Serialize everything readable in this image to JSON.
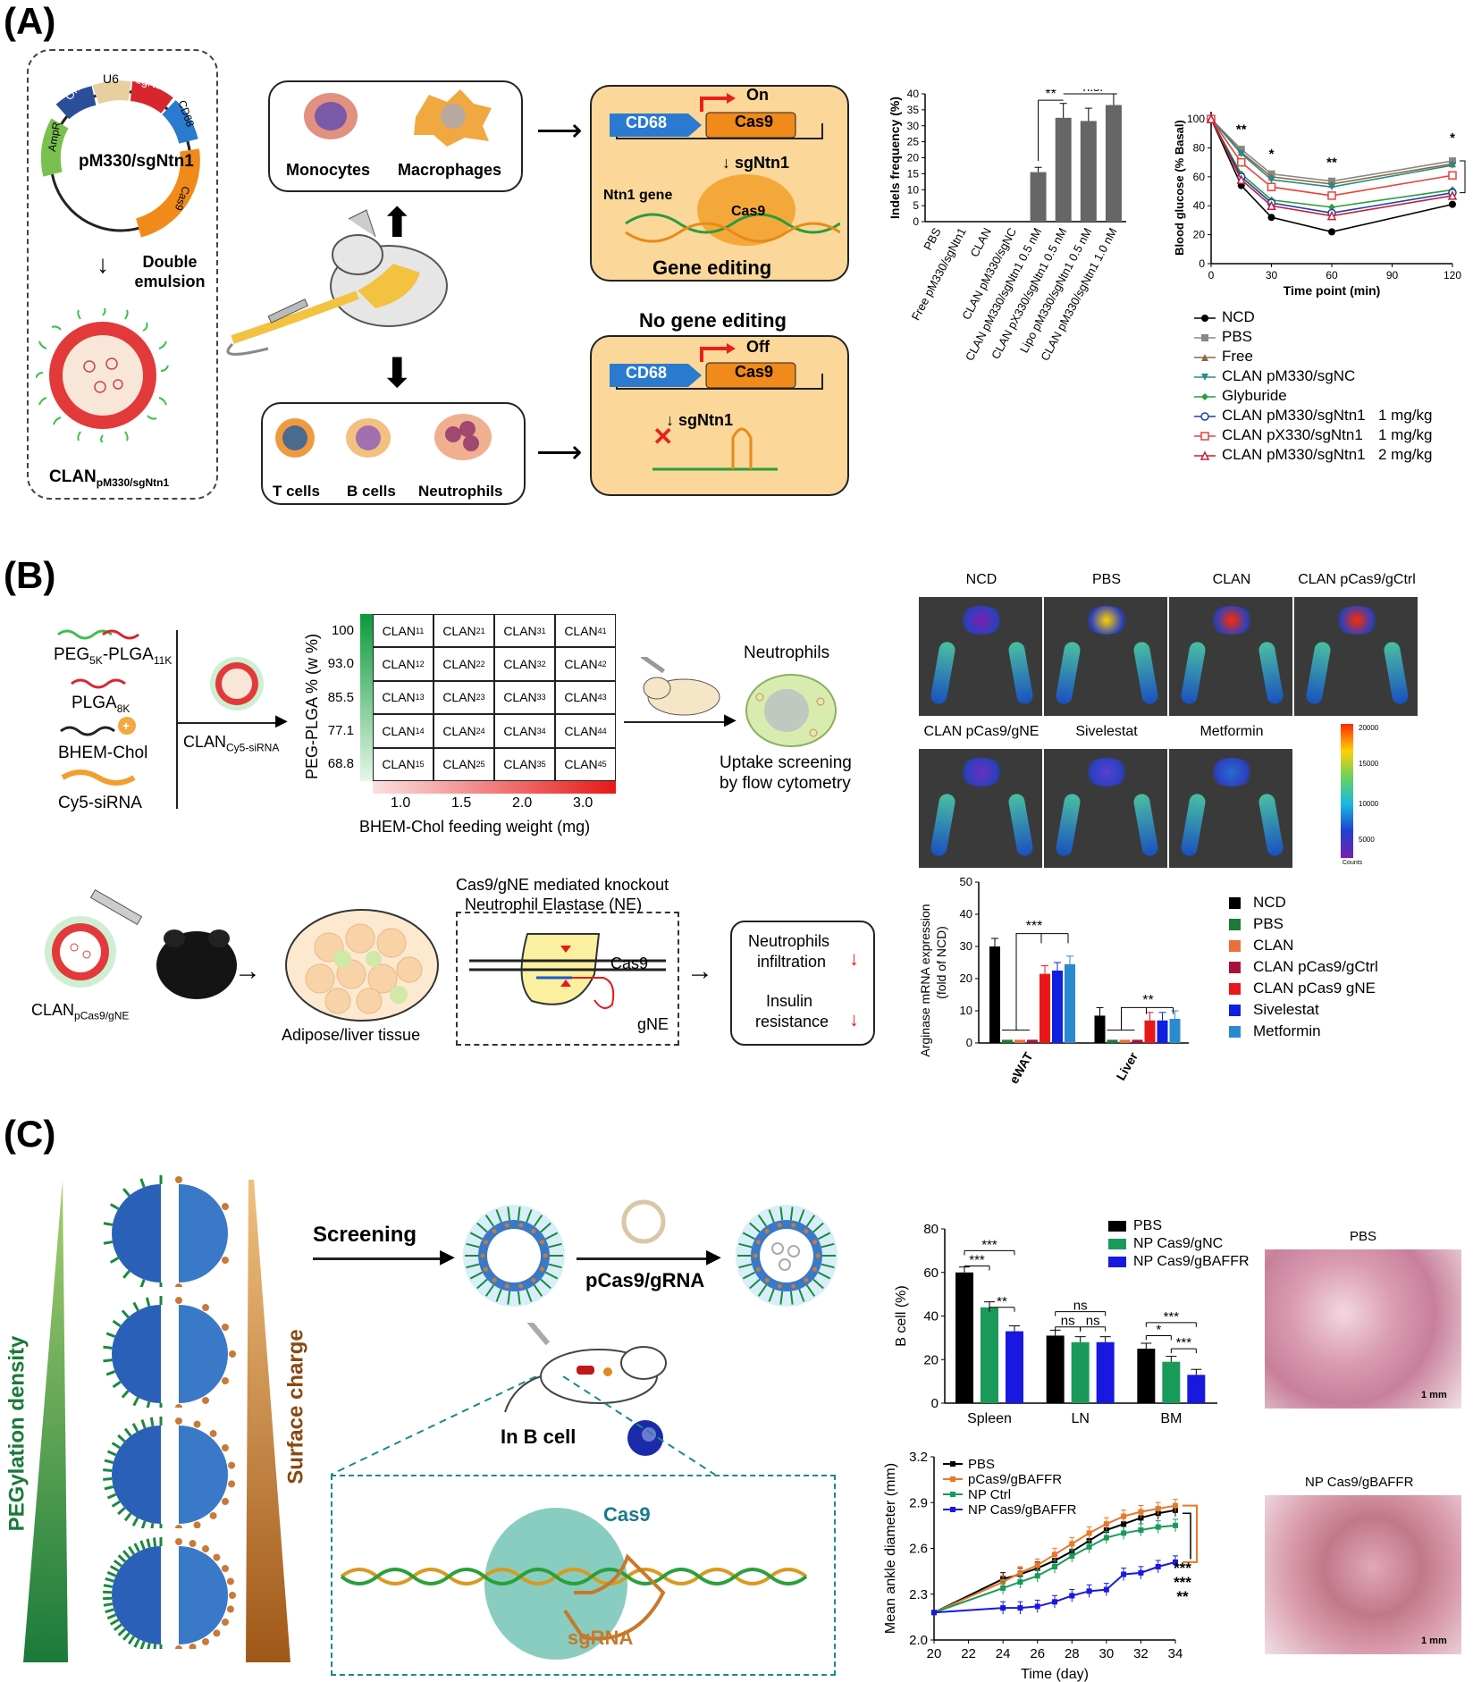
{
  "panels": {
    "A": {
      "label": "(A)",
      "plasmid": {
        "name": "pM330/sgNtn1",
        "segments": [
          "Ori",
          "U6",
          "sgNtn1",
          "CD68",
          "Cas9",
          "AmpR"
        ]
      },
      "step": "Double emulsion",
      "np_label": "CLAN",
      "np_sub": "pM330/sgNtn1",
      "top_cells": [
        "Monocytes",
        "Macrophages"
      ],
      "bottom_cells": [
        "T cells",
        "B cells",
        "Neutrophils"
      ],
      "on_box": {
        "promoter": "CD68",
        "gene": "Cas9",
        "state": "On",
        "guide": "sgNtn1",
        "target": "Ntn1 gene",
        "title": "Gene editing"
      },
      "off_box": {
        "promoter": "CD68",
        "gene": "Cas9",
        "state": "Off",
        "guide": "sgNtn1",
        "title": "No gene editing"
      }
    },
    "B": {
      "label": "(B)",
      "components": [
        "PEG",
        "PLGA",
        "BHEM-Chol",
        "Cy5-siRNA"
      ],
      "peg_sub": [
        "5K",
        "11K"
      ],
      "plga_sub": "8K",
      "np_label": "CLAN",
      "np_sub": "Cy5-siRNA",
      "grid_row_labels": [
        "100",
        "93.0",
        "85.5",
        "77.1",
        "68.8"
      ],
      "grid_col_labels": [
        "1.0",
        "1.5",
        "2.0",
        "3.0"
      ],
      "grid_ylabel": "PEG-PLGA % (w %)",
      "grid_xlabel": "BHEM-Chol feeding weight (mg)",
      "neutrophils": "Neutrophils",
      "uptake": [
        "Uptake screening",
        "by flow cytometry"
      ],
      "np2_label": "CLAN",
      "np2_sub": "pCas9/gNE",
      "tissue": "Adipose/liver tissue",
      "knockout_title": [
        "Cas9/gNE mediated knockout",
        "Neutrophil Elastase (NE)"
      ],
      "cas9": "Cas9",
      "gne": "gNE",
      "outcomes": [
        "Neutrophils",
        "infiltration",
        "Insulin",
        "resistance"
      ],
      "imaging_labels": [
        "NCD",
        "PBS",
        "CLAN",
        "CLAN pCas9/gCtrl",
        "CLAN pCas9/gNE",
        "Sivelestat",
        "Metformin"
      ],
      "colorbar_ticks": [
        "20000",
        "15000",
        "10000",
        "5000",
        "Counts"
      ]
    },
    "C": {
      "label": "(C)",
      "peg_density": "PEGylation density",
      "surface_charge": "Surface charge",
      "screening": "Screening",
      "pcas9": "pCas9/gRNA",
      "in_b_cell": "In B cell",
      "cas9": "Cas9",
      "sgrna": "sgRNA",
      "histo": [
        {
          "title": "PBS",
          "scale": "1 mm"
        },
        {
          "title": "NP Cas9/gBAFFR",
          "scale": "1 mm"
        }
      ]
    }
  },
  "chart_data": [
    {
      "type": "bar",
      "ylabel": "Indels frequency (%)",
      "ylim": [
        0,
        40
      ],
      "yticks": [
        "0",
        "5",
        "10",
        "15",
        "20",
        "25",
        "30",
        "35",
        "40"
      ],
      "categories": [
        "PBS",
        "Free pM330/sgNtn1",
        "CLAN",
        "CLAN pM330/sgNC",
        "CLAN pM330/sgNtn1 0.5 nM",
        "CLAN pX330/sgNtn1 0.5 nM",
        "Lipo pM330/sgNtn1 0.5 nM",
        "CLAN pM330/sgNtn1 1.0 nM"
      ],
      "values": [
        0,
        0,
        0,
        0,
        15.5,
        32.5,
        31.5,
        36.5
      ],
      "errors": [
        0,
        0,
        0,
        0,
        1.5,
        4.5,
        4,
        3.5
      ],
      "annotations": [
        "**",
        "n.s."
      ]
    },
    {
      "type": "line",
      "ylabel": "Blood glucose (% Basal)",
      "xlabel": "Time point (min)",
      "x": [
        0,
        15,
        30,
        60,
        120
      ],
      "xticks": [
        "0",
        "30",
        "60",
        "90",
        "120"
      ],
      "yticks": [
        "0",
        "20",
        "40",
        "60",
        "80",
        "100"
      ],
      "ylim": [
        0,
        105
      ],
      "xlim": [
        0,
        120
      ],
      "annotations": [
        "**",
        "*",
        "**",
        "*"
      ],
      "series": [
        {
          "name": "NCD",
          "values": [
            100,
            54,
            32,
            22,
            41
          ],
          "color": "#000000",
          "marker": "dot"
        },
        {
          "name": "PBS",
          "values": [
            100,
            79,
            62,
            57,
            71
          ],
          "color": "#888888",
          "marker": "square"
        },
        {
          "name": "Free",
          "values": [
            100,
            77,
            60,
            55,
            69
          ],
          "color": "#8b6a3e",
          "marker": "tri"
        },
        {
          "name": "CLAN pM330/sgNC",
          "values": [
            100,
            76,
            58,
            53,
            68
          ],
          "color": "#2a8a8a",
          "marker": "tridown"
        },
        {
          "name": "Glyburide",
          "values": [
            100,
            62,
            44,
            39,
            51
          ],
          "color": "#2a9d3a",
          "marker": "diamond"
        },
        {
          "name": "CLAN pM330/sgNtn1",
          "values": [
            100,
            60,
            42,
            35,
            49
          ],
          "color": "#1f3fa8",
          "marker": "circle-open",
          "dose": "1 mg/kg"
        },
        {
          "name": "CLAN pX330/sgNtn1",
          "values": [
            100,
            70,
            53,
            47,
            61
          ],
          "color": "#e8403a",
          "marker": "square-open",
          "dose": "1 mg/kg"
        },
        {
          "name": "CLAN pM330/sgNtn1",
          "values": [
            100,
            58,
            40,
            33,
            47
          ],
          "color": "#c0203a",
          "marker": "tri-open",
          "dose": "2 mg/kg"
        }
      ]
    },
    {
      "type": "bar",
      "ylabel": "Arginase mRNA expression (fold of NCD)",
      "ylim": [
        0,
        50
      ],
      "yticks": [
        "0",
        "10",
        "20",
        "30",
        "40",
        "50"
      ],
      "categories": [
        "eWAT",
        "Liver"
      ],
      "annotations": [
        "***",
        "**"
      ],
      "series": [
        {
          "name": "NCD",
          "values": [
            30,
            8.5
          ],
          "color": "#000000"
        },
        {
          "name": "PBS",
          "values": [
            1,
            1
          ],
          "color": "#1f7a3a"
        },
        {
          "name": "CLAN",
          "values": [
            1,
            1
          ],
          "color": "#e8703a"
        },
        {
          "name": "CLAN pCas9/gCtrl",
          "values": [
            1,
            1
          ],
          "color": "#a8123a"
        },
        {
          "name": "CLAN pCas9 gNE",
          "values": [
            21.5,
            7
          ],
          "color": "#e81818"
        },
        {
          "name": "Sivelestat",
          "values": [
            22.5,
            7
          ],
          "color": "#1020e0"
        },
        {
          "name": "Metformin",
          "values": [
            24.5,
            7.5
          ],
          "color": "#2a8ad0"
        }
      ]
    },
    {
      "type": "bar",
      "ylabel": "B cell (%)",
      "ylim": [
        0,
        80
      ],
      "yticks": [
        "0",
        "20",
        "40",
        "60",
        "80"
      ],
      "categories": [
        "Spleen",
        "LN",
        "BM"
      ],
      "annotations": [
        "***",
        "***",
        "**",
        "ns",
        "ns",
        "ns",
        "***",
        "*",
        "***"
      ],
      "series": [
        {
          "name": "PBS",
          "values": [
            60,
            31,
            25
          ],
          "color": "#000000"
        },
        {
          "name": "NP Cas9/gNC",
          "values": [
            44,
            28,
            19
          ],
          "color": "#1a9a5a"
        },
        {
          "name": "NP Cas9/gBAFFR",
          "values": [
            33,
            28,
            13
          ],
          "color": "#1818e0"
        }
      ]
    },
    {
      "type": "line",
      "ylabel": "Mean ankle diameter (mm)",
      "xlabel": "Time (day)",
      "xticks": [
        "20",
        "22",
        "24",
        "26",
        "28",
        "30",
        "32",
        "34"
      ],
      "yticks": [
        "2.0",
        "2.3",
        "2.6",
        "2.9",
        "3.2"
      ],
      "xlim": [
        20,
        34
      ],
      "ylim": [
        2.0,
        3.2
      ],
      "annotations": [
        "***",
        "***",
        "**"
      ],
      "series": [
        {
          "name": "PBS",
          "x": [
            20,
            24,
            25,
            26,
            27,
            28,
            29,
            30,
            31,
            32,
            33,
            34
          ],
          "values": [
            2.18,
            2.4,
            2.43,
            2.47,
            2.52,
            2.58,
            2.65,
            2.72,
            2.76,
            2.8,
            2.83,
            2.85
          ],
          "color": "#000000"
        },
        {
          "name": "pCas9/gBAFFR",
          "x": [
            20,
            24,
            25,
            26,
            27,
            28,
            29,
            30,
            31,
            32,
            33,
            34
          ],
          "values": [
            2.18,
            2.38,
            2.44,
            2.49,
            2.56,
            2.63,
            2.7,
            2.76,
            2.81,
            2.84,
            2.86,
            2.88
          ],
          "color": "#e8782a"
        },
        {
          "name": "NP Ctrl",
          "x": [
            20,
            24,
            25,
            26,
            27,
            28,
            29,
            30,
            31,
            32,
            33,
            34
          ],
          "values": [
            2.18,
            2.34,
            2.38,
            2.42,
            2.48,
            2.55,
            2.61,
            2.67,
            2.7,
            2.72,
            2.74,
            2.75
          ],
          "color": "#1a9a5a"
        },
        {
          "name": "NP Cas9/gBAFFR",
          "x": [
            20,
            24,
            25,
            26,
            27,
            28,
            29,
            30,
            31,
            32,
            33,
            34
          ],
          "values": [
            2.18,
            2.21,
            2.21,
            2.22,
            2.25,
            2.29,
            2.32,
            2.33,
            2.43,
            2.44,
            2.48,
            2.51
          ],
          "color": "#1818e0"
        }
      ]
    }
  ]
}
